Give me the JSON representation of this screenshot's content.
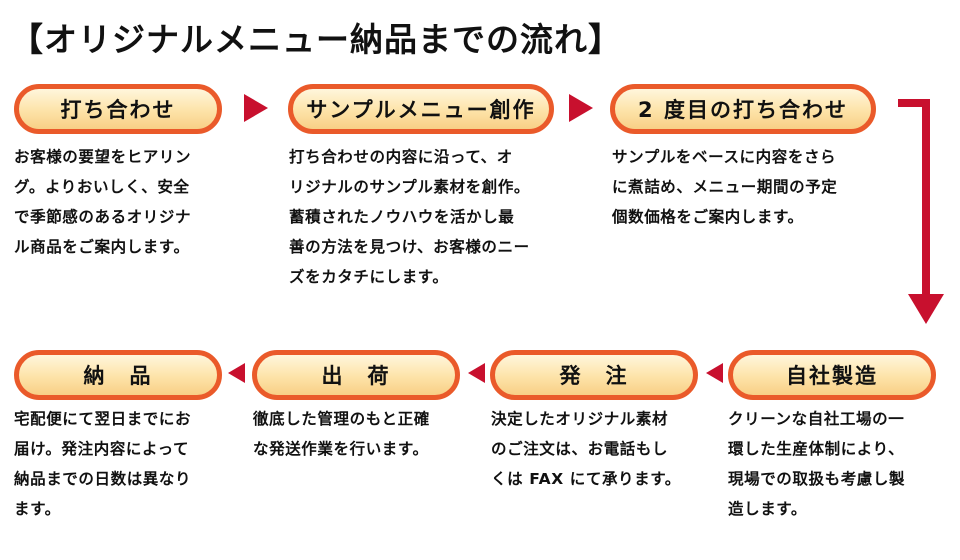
{
  "title": "【オリジナルメニュー納品までの流れ】",
  "steps": [
    {
      "label": "打ち合わせ",
      "text": "お客様の要望をヒアリン\nグ。よりおいしく、安全\nで季節感のあるオリジナ\nル商品をご案内します。"
    },
    {
      "label": "サンプルメニュー創作",
      "text": "打ち合わせの内容に沿って、オ\nリジナルのサンプル素材を創作。\n蓄積されたノウハウを活かし最\n善の方法を見つけ、お客様のニー\nズをカタチにします。"
    },
    {
      "label": "2 度目の打ち合わせ",
      "text": "サンプルをベースに内容をさら\nに煮詰め、メニュー期間の予定\n個数価格をご案内します。"
    },
    {
      "label": "自社製造",
      "text": "クリーンな自社工場の一\n環した生産体制により、\n現場での取扱も考慮し製\n造します。"
    },
    {
      "label": "発　注",
      "text": "決定したオリジナル素材\nのご注文は、お電話もし\nくは FAX にて承ります。"
    },
    {
      "label": "出　荷",
      "text": "徹底した管理のもと正確\nな発送作業を行います。"
    },
    {
      "label": "納　品",
      "text": "宅配便にて翌日までにお\n届け。発注内容によって\n納品までの日数は異なり\nます。"
    }
  ],
  "colors": {
    "pill_border": "#ea5a2a",
    "arrow": "#c8102e"
  }
}
